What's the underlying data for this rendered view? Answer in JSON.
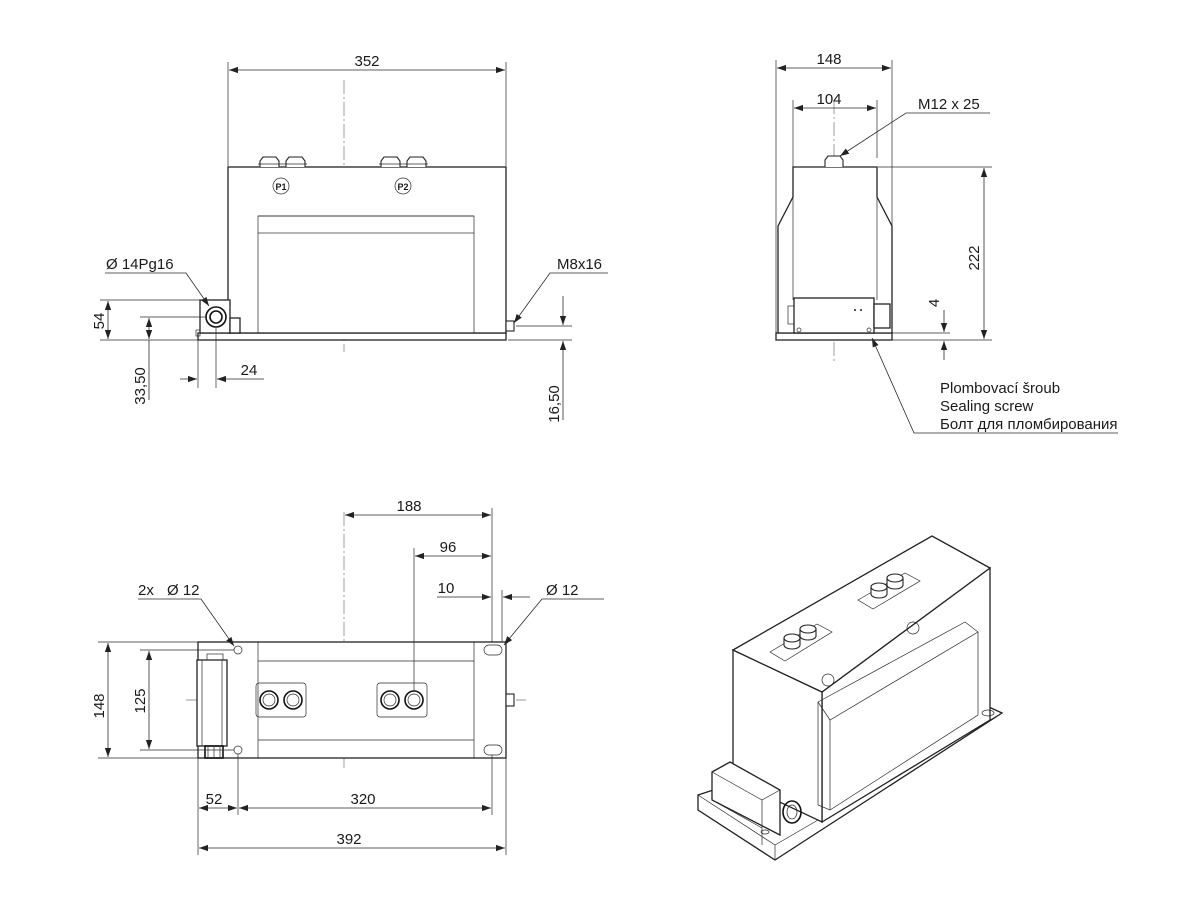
{
  "front_view": {
    "width_352": "352",
    "gland_label": "Ø  14Pg16",
    "bolt_label": "M8x16",
    "dim_54": "54",
    "dim_33_50": "33,50",
    "dim_24": "24",
    "dim_16_50": "16,50",
    "terminal_p1": "P1",
    "terminal_p2": "P2"
  },
  "side_view": {
    "width_148": "148",
    "width_104": "104",
    "screw_label": "M12 x 25",
    "height_222": "222",
    "dim_4": "4",
    "sealing_cz": "Plombovací šroub",
    "sealing_en": "Sealing screw",
    "sealing_ru": "Болт для пломбирования"
  },
  "top_view": {
    "dim_188": "188",
    "dim_96": "96",
    "dim_10": "10",
    "hole_right": "Ø 12",
    "hole_left_count": "2x",
    "hole_left_dia": "Ø 12",
    "dim_148": "148",
    "dim_125": "125",
    "dim_52": "52",
    "dim_320": "320",
    "dim_392": "392"
  }
}
